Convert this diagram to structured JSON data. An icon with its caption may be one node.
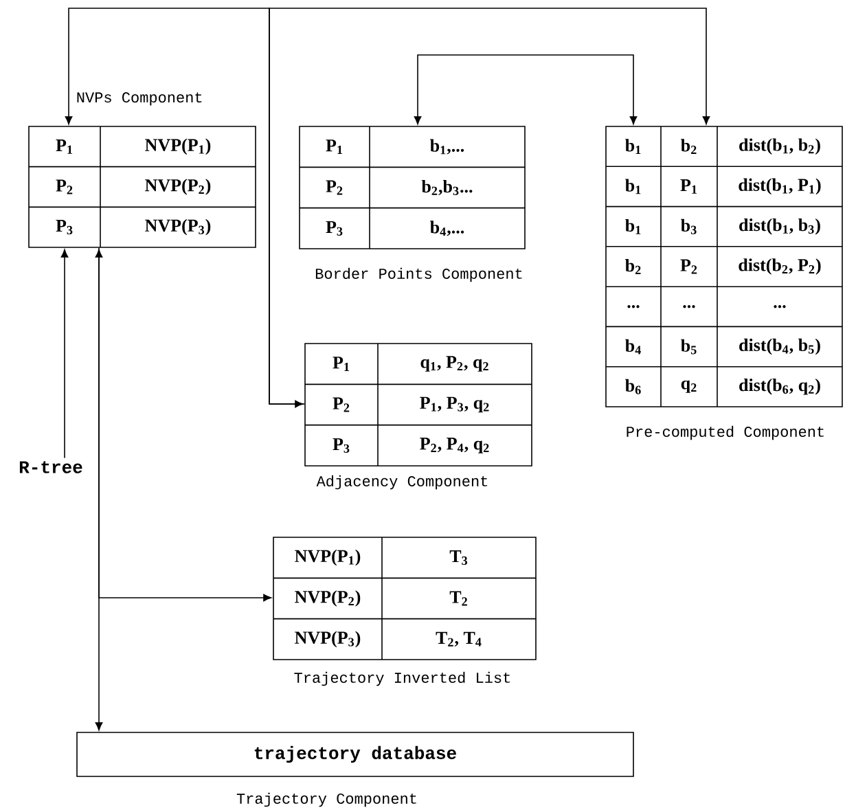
{
  "diagram": {
    "nodes": [
      {
        "text": [
          "NVPs Component",
          "P$_{1}$",
          "NVP(P$_{1}$)",
          "P$_{2}$",
          "NVP(P$_{2}$)",
          "P$_{3}$",
          "NVP(P$_{3}$)"
        ]
      },
      {
        "text": [
          "P$_{1}$",
          "b$_{1}$,...",
          "P$_{2}$",
          "b$_{2}$,b$_{3}$...",
          "P$_{3}$",
          "b$_{4}$,...",
          "Border Points Component"
        ]
      },
      {
        "text": [
          "P$_{1}$",
          "q$_{1}$, P$_{2}$, q$_{2}$",
          "P$_{2}$",
          "P$_{1}$, P$_{3}$, q$_{2}$",
          "P$_{3}$",
          "P$_{2}$, P$_{4}$, q$_{2}$",
          "Adjacency Component"
        ]
      },
      {
        "text": [
          "b$_{1}$",
          "b$_{2}$",
          "dist(b$_{1}$, b$_{2}$)",
          "b$_{1}$",
          "P$_{1}$",
          "dist(b$_{1}$, P$_{1}$)",
          "b$_{1}$",
          "b$_{3}$",
          "dist(b$_{1}$, b$_{3}$)",
          "b$_{2}$",
          "P$_{2}$",
          "dist(b$_{2}$, P$_{2}$)",
          "...",
          "...",
          "...",
          "b$_{4}$",
          "b$_{5}$",
          "dist(b$_{4}$, b$_{5}$)",
          "b$_{6}$",
          "q$_{2}$",
          "dist(b$_{6}$, q$_{2}$)",
          "Pre-computed Component"
        ]
      },
      {
        "text": [
          "R-tree"
        ]
      },
      {
        "text": [
          "NVP(P$_{1}$)",
          "T$_{3}$",
          "NVP(P$_{2}$)",
          "T$_{2}$",
          "NVP(P$_{3}$)",
          "T$_{2}$, T$_{4}$",
          "Trajectory Inverted List"
        ]
      },
      {
        "text": [
          "trajectory database",
          "Trajectory Component"
        ]
      }
    ],
    "edges": [
      {
        "from": 2,
        "to": 0,
        "arrow": "both"
      },
      {
        "from": 2,
        "to": 3,
        "arrow": "to"
      },
      {
        "from": 1,
        "to": 3,
        "arrow": "both"
      },
      {
        "from": 4,
        "to": 0,
        "arrow": "to"
      },
      {
        "from": 6,
        "to": 0,
        "arrow": "both"
      },
      {
        "from": 0,
        "to": 5,
        "arrow": "to"
      }
    ]
  }
}
